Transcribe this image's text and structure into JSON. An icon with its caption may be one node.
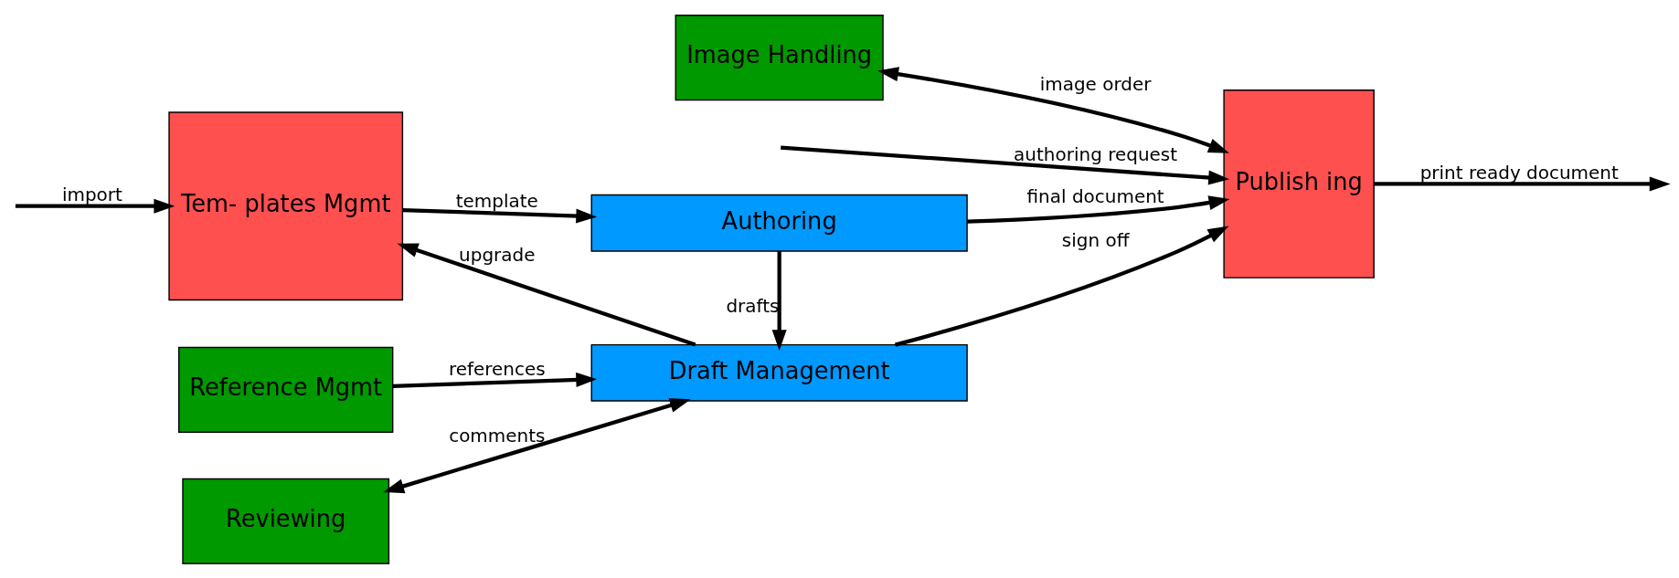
{
  "diagram": {
    "nodes": [
      {
        "text": [
          "Tem- plates Mgmt"
        ]
      },
      {
        "text": [
          "Authoring"
        ]
      },
      {
        "text": [
          "Draft Management"
        ]
      },
      {
        "text": [
          "Publish ing"
        ]
      },
      {
        "text": [
          "Reference Mgmt"
        ]
      },
      {
        "text": [
          "Reviewing"
        ]
      },
      {
        "text": [
          "Image Handling"
        ]
      }
    ],
    "edges": [
      {
        "from": null,
        "to": 0,
        "arrow": "to",
        "label": "import"
      },
      {
        "from": 0,
        "to": 1,
        "arrow": "to",
        "label": "template"
      },
      {
        "from": 1,
        "to": 2,
        "arrow": "to",
        "label": "drafts"
      },
      {
        "from": 2,
        "to": 0,
        "arrow": "to",
        "label": "upgrade"
      },
      {
        "from": 1,
        "to": 3,
        "arrow": "to",
        "label": "final document"
      },
      {
        "from": null,
        "to": 3,
        "arrow": "to",
        "label": "authoring request"
      },
      {
        "from": 2,
        "to": 3,
        "arrow": "to",
        "label": "sign off"
      },
      {
        "from": 3,
        "to": null,
        "arrow": "to",
        "label": "print ready document"
      },
      {
        "from": 4,
        "to": 2,
        "arrow": "to",
        "label": "references"
      },
      {
        "from": 5,
        "to": 2,
        "arrow": "both",
        "label": "comments"
      },
      {
        "from": 6,
        "to": 3,
        "arrow": "both",
        "label": "image order"
      }
    ]
  }
}
